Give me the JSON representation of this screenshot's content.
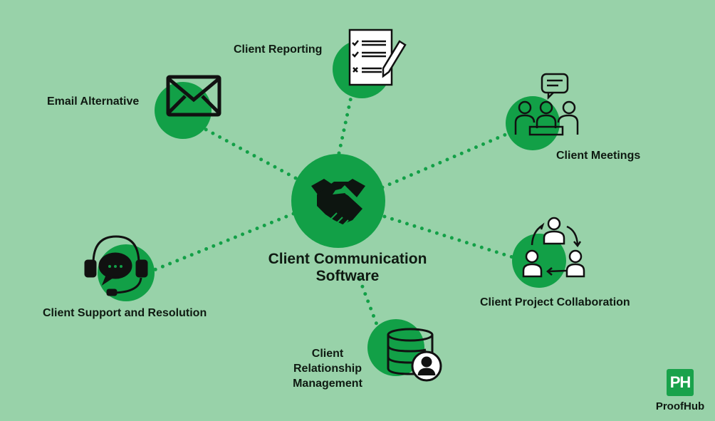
{
  "diagram": {
    "center_title_line1": "Client Communication",
    "center_title_line2": "Software",
    "nodes": {
      "reporting": "Client Reporting",
      "email": "Email Alternative",
      "meetings": "Client Meetings",
      "collaboration": "Client Project Collaboration",
      "support": "Client Support and Resolution",
      "crm_line1": "Client",
      "crm_line2": "Relationship",
      "crm_line3": "Management"
    }
  },
  "brand": {
    "logo_text": "PH",
    "name": "ProofHub"
  },
  "colors": {
    "background": "#98d2a9",
    "node_fill": "#12a047",
    "connector": "#12a047",
    "icon": "#111111"
  }
}
